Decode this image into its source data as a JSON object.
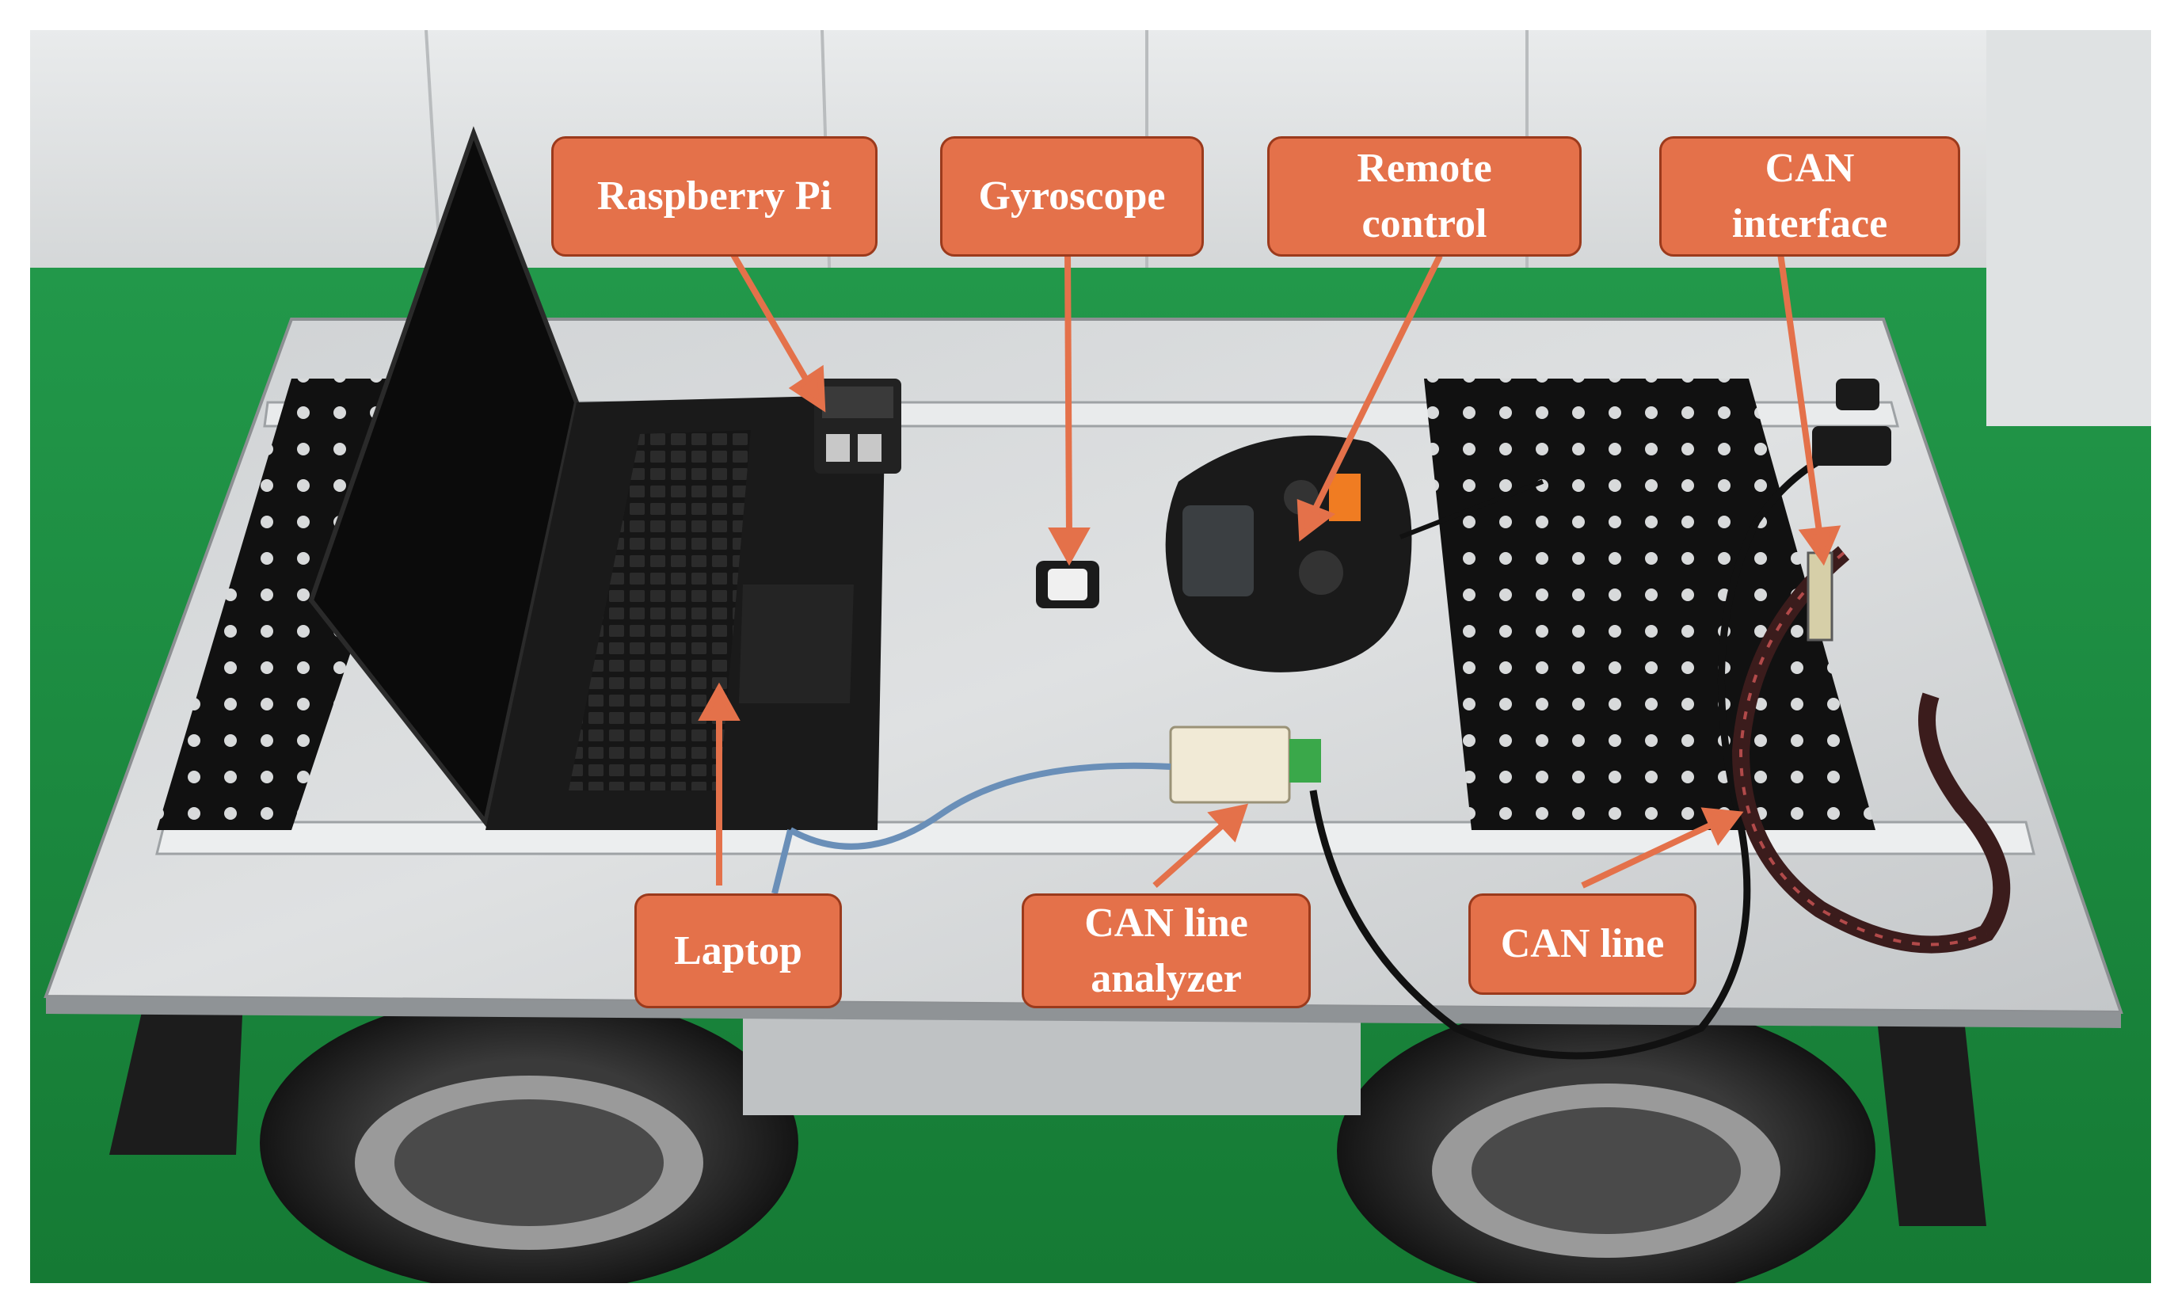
{
  "callouts": {
    "raspberry_pi": "Raspberry Pi",
    "gyroscope": "Gyroscope",
    "remote_control": "Remote\ncontrol",
    "can_interface": "CAN\ninterface",
    "laptop": "Laptop",
    "can_line_analyzer": "CAN line\nanalyzer",
    "can_line": "CAN line"
  },
  "colors": {
    "callout_fill": "#e4714a",
    "callout_border": "#9b3a1c",
    "arrow": "#e4714a",
    "floor": "#1e8a3e",
    "chassis": "#d3d5d6"
  }
}
